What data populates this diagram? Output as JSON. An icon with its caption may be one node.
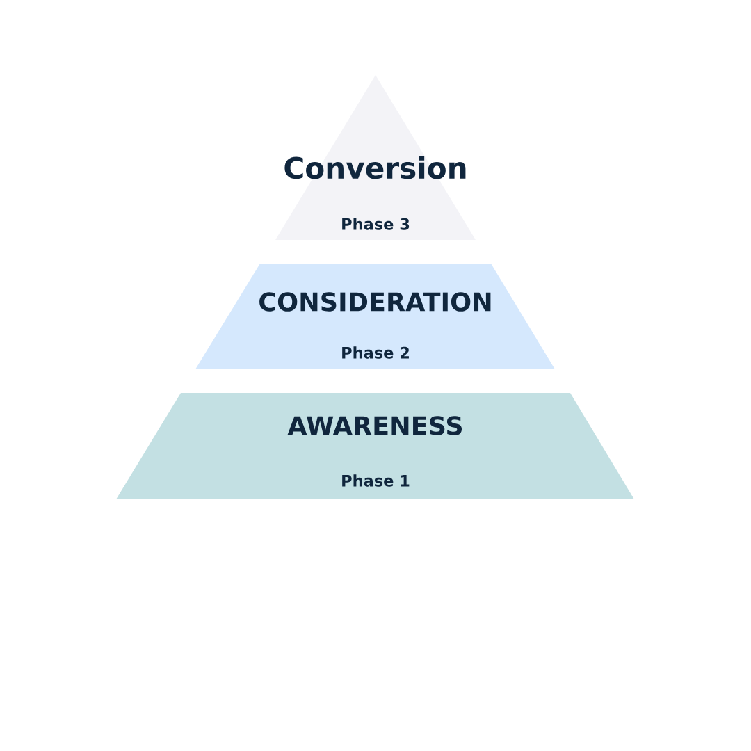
{
  "diagram": {
    "nodes": [
      {
        "text": [
          "Conversion",
          "Phase 3"
        ]
      },
      {
        "text": [
          "CONSIDERATION",
          "Phase 2"
        ]
      },
      {
        "text": [
          "AWARENESS",
          "Phase 1"
        ]
      }
    ]
  }
}
